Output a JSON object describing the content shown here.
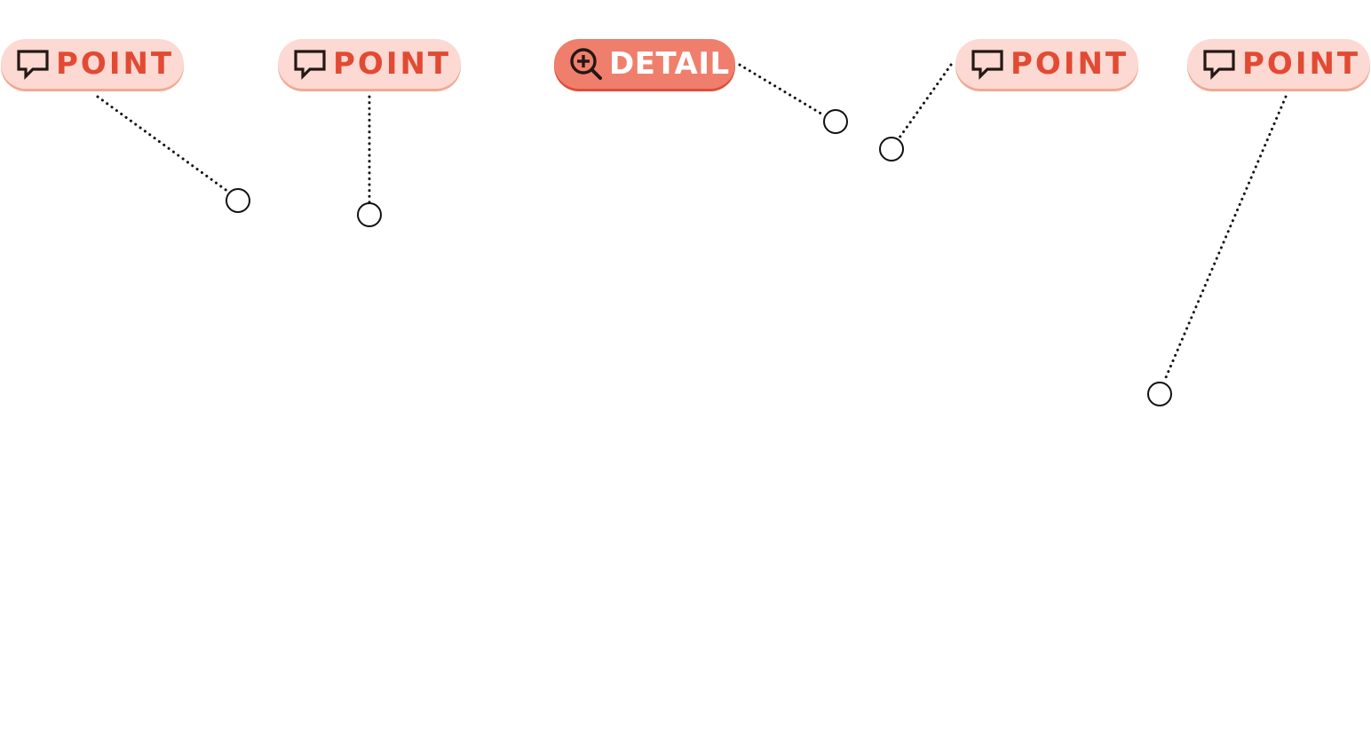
{
  "colors": {
    "point_fill": "#fcd9d2",
    "point_text": "#e24a33",
    "detail_fill": "#ef7f6c",
    "detail_text": "#ffffff",
    "leader_line": "#111111"
  },
  "hotspots": [
    {
      "kind": "point",
      "label": "POINT",
      "icon": "speech-bubble-icon"
    },
    {
      "kind": "point",
      "label": "POINT",
      "icon": "speech-bubble-icon"
    },
    {
      "kind": "detail",
      "label": "DETAIL",
      "icon": "zoom-in-icon"
    },
    {
      "kind": "point",
      "label": "POINT",
      "icon": "speech-bubble-icon"
    },
    {
      "kind": "point",
      "label": "POINT",
      "icon": "speech-bubble-icon"
    }
  ]
}
